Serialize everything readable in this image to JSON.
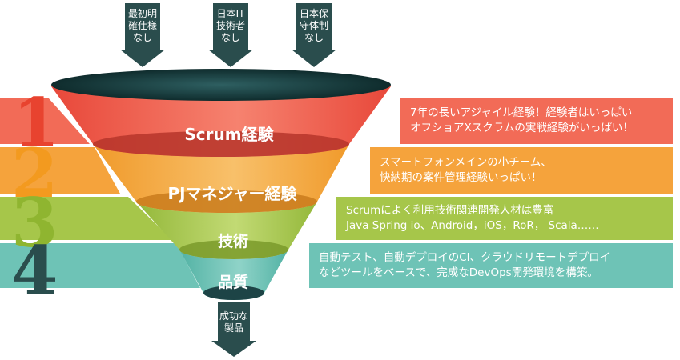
{
  "colors": {
    "red": "#f26b57",
    "orange": "#f5a33c",
    "green": "#a6c64a",
    "teal": "#6ec3b6",
    "dark_teal": "#2a4d4d",
    "funnel_top": "#1d4446"
  },
  "inputs": [
    {
      "text": "最初明\n確仕様\nなし"
    },
    {
      "text": "日本IT\n技術者\nなし"
    },
    {
      "text": "日本保\n守体制\nなし"
    }
  ],
  "stages": [
    {
      "number": "1",
      "label": "Scrum経験",
      "desc": "7年の長いアジャイル経験！経験者はいっぱい\nオフショアXスクラムの実戦経験がいっぱい！"
    },
    {
      "number": "2",
      "label": "PJマネジャー経験",
      "desc": "スマートフォンメインの小チーム、\n快納期の案件管理経験いっぱい！"
    },
    {
      "number": "3",
      "label": "技術",
      "desc": "Scrumによく利用技術関連開発人材は豊富\nJava Spring io、Android，iOS，RoR， Scala……"
    },
    {
      "number": "4",
      "label": "品質",
      "desc": "自動テスト、自動デプロイのCI、クラウドリモートデプロイ\nなどツールをベースで、完成なDevOps開発環境を構築。"
    }
  ],
  "output": {
    "text": "成功な\n製品"
  }
}
